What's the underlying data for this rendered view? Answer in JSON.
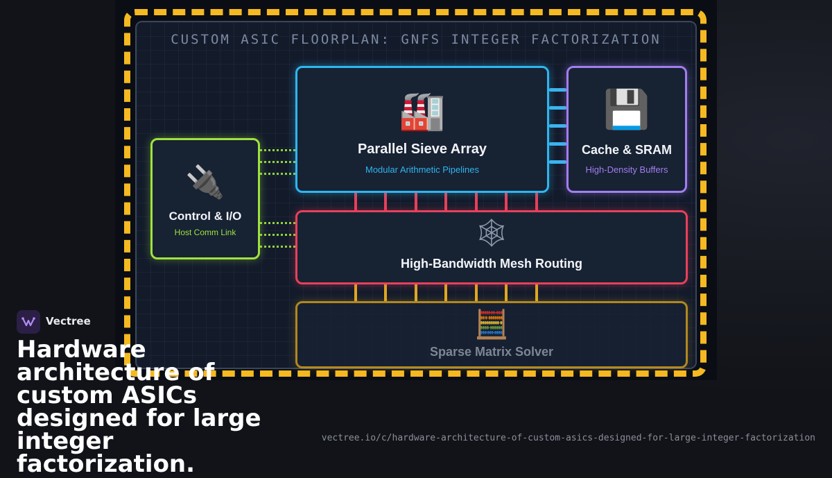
{
  "diagram": {
    "title": "CUSTOM ASIC FLOORPLAN: GNFS INTEGER FACTORIZATION",
    "blocks": {
      "sieve": {
        "icon": "🏭",
        "icon_name": "factory-icon",
        "title": "Parallel Sieve Array",
        "subtitle": "Modular Arithmetic Pipelines",
        "color": "#2fb6f0"
      },
      "cache": {
        "icon": "💾",
        "icon_name": "floppy-disk-icon",
        "title": "Cache & SRAM",
        "subtitle": "High-Density Buffers",
        "color": "#a27ef0"
      },
      "control": {
        "icon": "🔌",
        "icon_name": "plug-icon",
        "title": "Control & I/O",
        "subtitle": "Host Comm Link",
        "color": "#9fe23e"
      },
      "mesh": {
        "icon": "🕸",
        "icon_name": "spider-web-icon",
        "title": "High-Bandwidth Mesh Routing",
        "color": "#e8405a"
      },
      "sparse": {
        "icon": "🧮",
        "icon_name": "abacus-icon",
        "title": "Sparse Matrix Solver",
        "color": "#d9a21e"
      }
    },
    "border_color": "#f5b921"
  },
  "brand": {
    "name": "Vectree"
  },
  "headline": "Hardware architecture of custom ASICs designed for large integer factorization.",
  "url": "vectree.io/c/hardware-architecture-of-custom-asics-designed-for-large-integer-factorization"
}
